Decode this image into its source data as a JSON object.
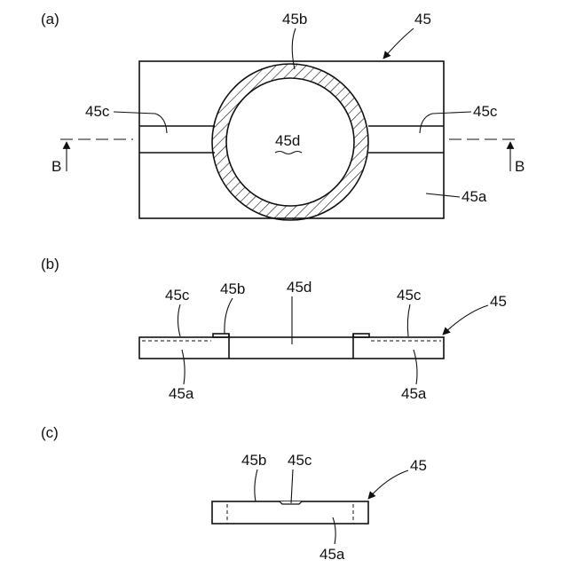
{
  "figure": {
    "a": {
      "panel_label": "(a)",
      "labels": {
        "ref_45": "45",
        "ref_45b": "45b",
        "ref_45c_left": "45c",
        "ref_45c_right": "45c",
        "ref_45d": "45d",
        "ref_45a": "45a",
        "section_b_left": "B",
        "section_b_right": "B"
      }
    },
    "b": {
      "panel_label": "(b)",
      "labels": {
        "ref_45c_left": "45c",
        "ref_45b": "45b",
        "ref_45d": "45d",
        "ref_45c_right": "45c",
        "ref_45": "45",
        "ref_45a_left": "45a",
        "ref_45a_right": "45a"
      }
    },
    "c": {
      "panel_label": "(c)",
      "labels": {
        "ref_45b": "45b",
        "ref_45c": "45c",
        "ref_45": "45",
        "ref_45a": "45a"
      }
    }
  }
}
